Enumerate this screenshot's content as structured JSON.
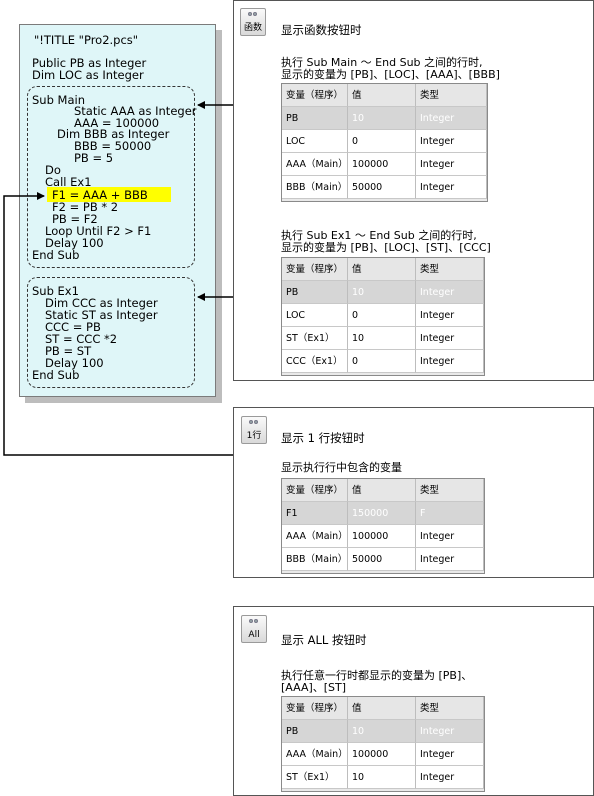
{
  "code": {
    "title_line": "\"!TITLE \"Pro2.pcs\"",
    "decls": [
      "Public PB as Integer",
      "Dim LOC as Integer"
    ],
    "main": [
      "Sub Main",
      "Static AAA as Integer",
      "AAA = 100000",
      "Dim BBB as Integer",
      "BBB = 50000",
      "PB = 5",
      "Do",
      "Call Ex1",
      "F1 = AAA + BBB",
      "F2 = PB * 2",
      "PB = F2",
      "Loop Until F2 > F1",
      "Delay 100",
      "End Sub"
    ],
    "ex1": [
      "Sub Ex1",
      "Dim CCC as Integer",
      "Static ST as Integer",
      "CCC = PB",
      "ST = CCC *2",
      "PB = ST",
      "Delay 100",
      "End Sub"
    ]
  },
  "func_frame": {
    "button_label": "函数",
    "title": "显示函数按钮时",
    "note_main": [
      "执行 Sub Main ～ End Sub 之间的行时,",
      "显示的变量为 [PB]、[LOC]、[AAA]、[BBB]"
    ],
    "table_main": {
      "headers": [
        "变量（程序）",
        "值",
        "类型"
      ],
      "rows": [
        [
          "PB",
          "10",
          "Integer"
        ],
        [
          "LOC",
          "0",
          "Integer"
        ],
        [
          "AAA（Main）",
          "100000",
          "Integer"
        ],
        [
          "BBB（Main）",
          "50000",
          "Integer"
        ]
      ]
    },
    "note_ex1": [
      "执行 Sub Ex1 ～ End Sub 之间的行时,",
      "显示的变量为 [PB]、[LOC]、[ST]、[CCC]"
    ],
    "table_ex1": {
      "headers": [
        "变量（程序）",
        "值",
        "类型"
      ],
      "rows": [
        [
          "PB",
          "10",
          "Integer"
        ],
        [
          "LOC",
          "0",
          "Integer"
        ],
        [
          "ST（Ex1）",
          "10",
          "Integer"
        ],
        [
          "CCC（Ex1）",
          "0",
          "Integer"
        ]
      ]
    }
  },
  "line_frame": {
    "button_label": "1行",
    "title": "显示 1 行按钮时",
    "note": [
      "显示执行行中包含的变量"
    ],
    "table": {
      "headers": [
        "变量（程序）",
        "值",
        "类型"
      ],
      "rows": [
        [
          "F1",
          "150000",
          "F"
        ],
        [
          "AAA（Main）",
          "100000",
          "Integer"
        ],
        [
          "BBB（Main）",
          "50000",
          "Integer"
        ]
      ]
    }
  },
  "all_frame": {
    "button_label": "All",
    "title": "显示 ALL 按钮时",
    "note": [
      "执行任意一行时都显示的变量为 [PB]、",
      "[AAA]、[ST]"
    ],
    "table": {
      "headers": [
        "变量（程序）",
        "值",
        "类型"
      ],
      "rows": [
        [
          "PB",
          "10",
          "Integer"
        ],
        [
          "AAA（Main）",
          "100000",
          "Integer"
        ],
        [
          "ST（Ex1）",
          "10",
          "Integer"
        ]
      ]
    }
  }
}
